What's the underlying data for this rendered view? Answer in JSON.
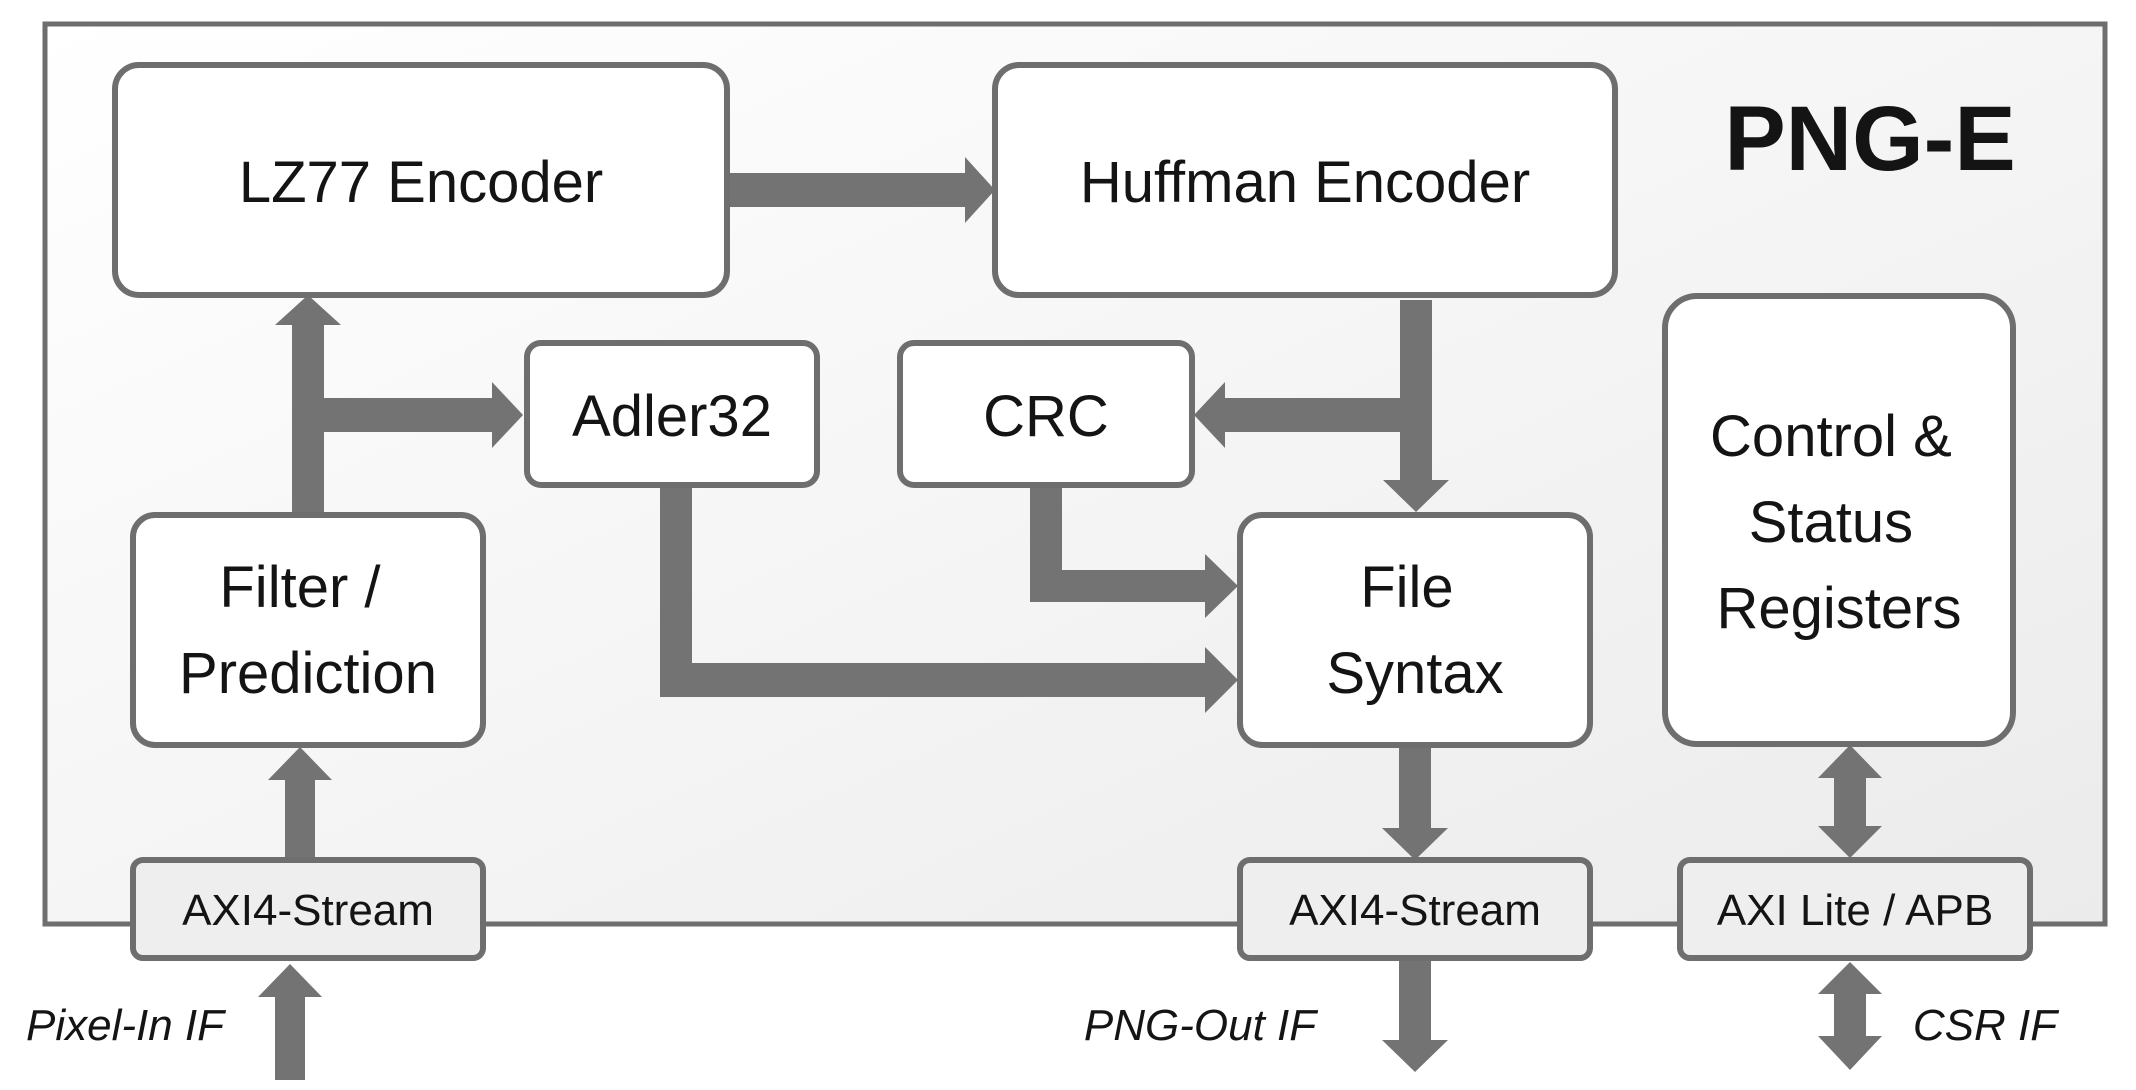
{
  "title": "PNG-E",
  "blocks": {
    "lz77": "LZ77 Encoder",
    "huffman": "Huffman Encoder",
    "adler32": "Adler32",
    "crc": "CRC",
    "filter": [
      "Filter /",
      "Prediction"
    ],
    "file_syntax": [
      "File",
      "Syntax"
    ],
    "csr": [
      "Control &",
      "Status",
      "Registers"
    ]
  },
  "ports": {
    "in_stream": "AXI4-Stream",
    "out_stream": "AXI4-Stream",
    "csr_bus": "AXI Lite / APB"
  },
  "external": {
    "pixel_in": "Pixel-In IF",
    "png_out": "PNG-Out IF",
    "csr_if": "CSR IF"
  },
  "colors": {
    "border": "#6e6e6e",
    "arrow": "#737373",
    "port_fill": "#eeeeee",
    "core_fill_start": "#ffffff",
    "core_fill_end": "#ececec"
  }
}
